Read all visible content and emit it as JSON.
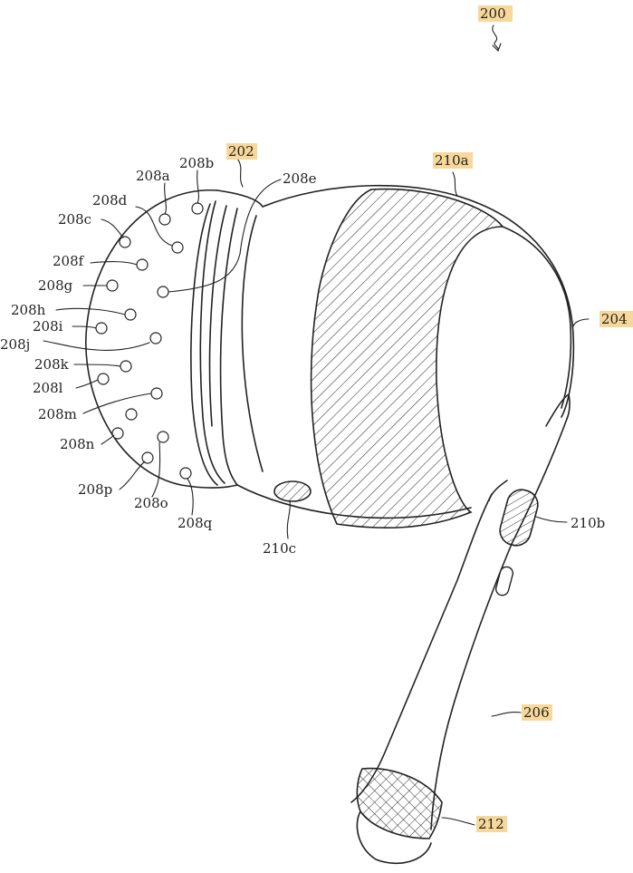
{
  "figure": {
    "ref_main": "200",
    "labels": {
      "tip": "202",
      "body": "204",
      "stem": "206",
      "band": "210a",
      "sensor_b": "210b",
      "sensor_c": "210c",
      "stem_end": "212"
    },
    "ports": {
      "a": "208a",
      "b": "208b",
      "c": "208c",
      "d": "208d",
      "e": "208e",
      "f": "208f",
      "g": "208g",
      "h": "208h",
      "i": "208i",
      "j": "208j",
      "k": "208k",
      "l": "208l",
      "m": "208m",
      "n": "208n",
      "o": "208o",
      "p": "208p",
      "q": "208q"
    },
    "highlight_color": "#f7d79a"
  }
}
